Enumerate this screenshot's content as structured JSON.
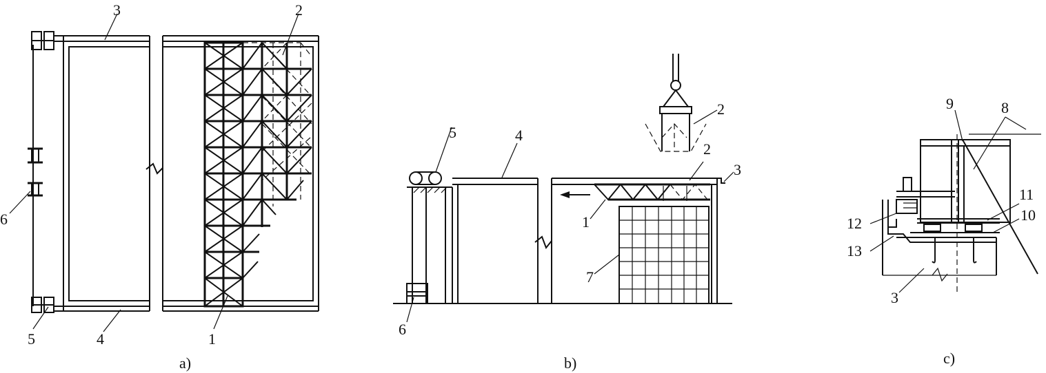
{
  "panels": {
    "a": {
      "caption": "a)",
      "callouts": [
        "3",
        "2",
        "6",
        "5",
        "4",
        "1"
      ]
    },
    "b": {
      "caption": "b)",
      "callouts": [
        "5",
        "4",
        "2",
        "2",
        "3",
        "1",
        "7",
        "6"
      ]
    },
    "c": {
      "caption": "c)",
      "callouts": [
        "9",
        "8",
        "11",
        "10",
        "12",
        "13",
        "3"
      ]
    }
  }
}
